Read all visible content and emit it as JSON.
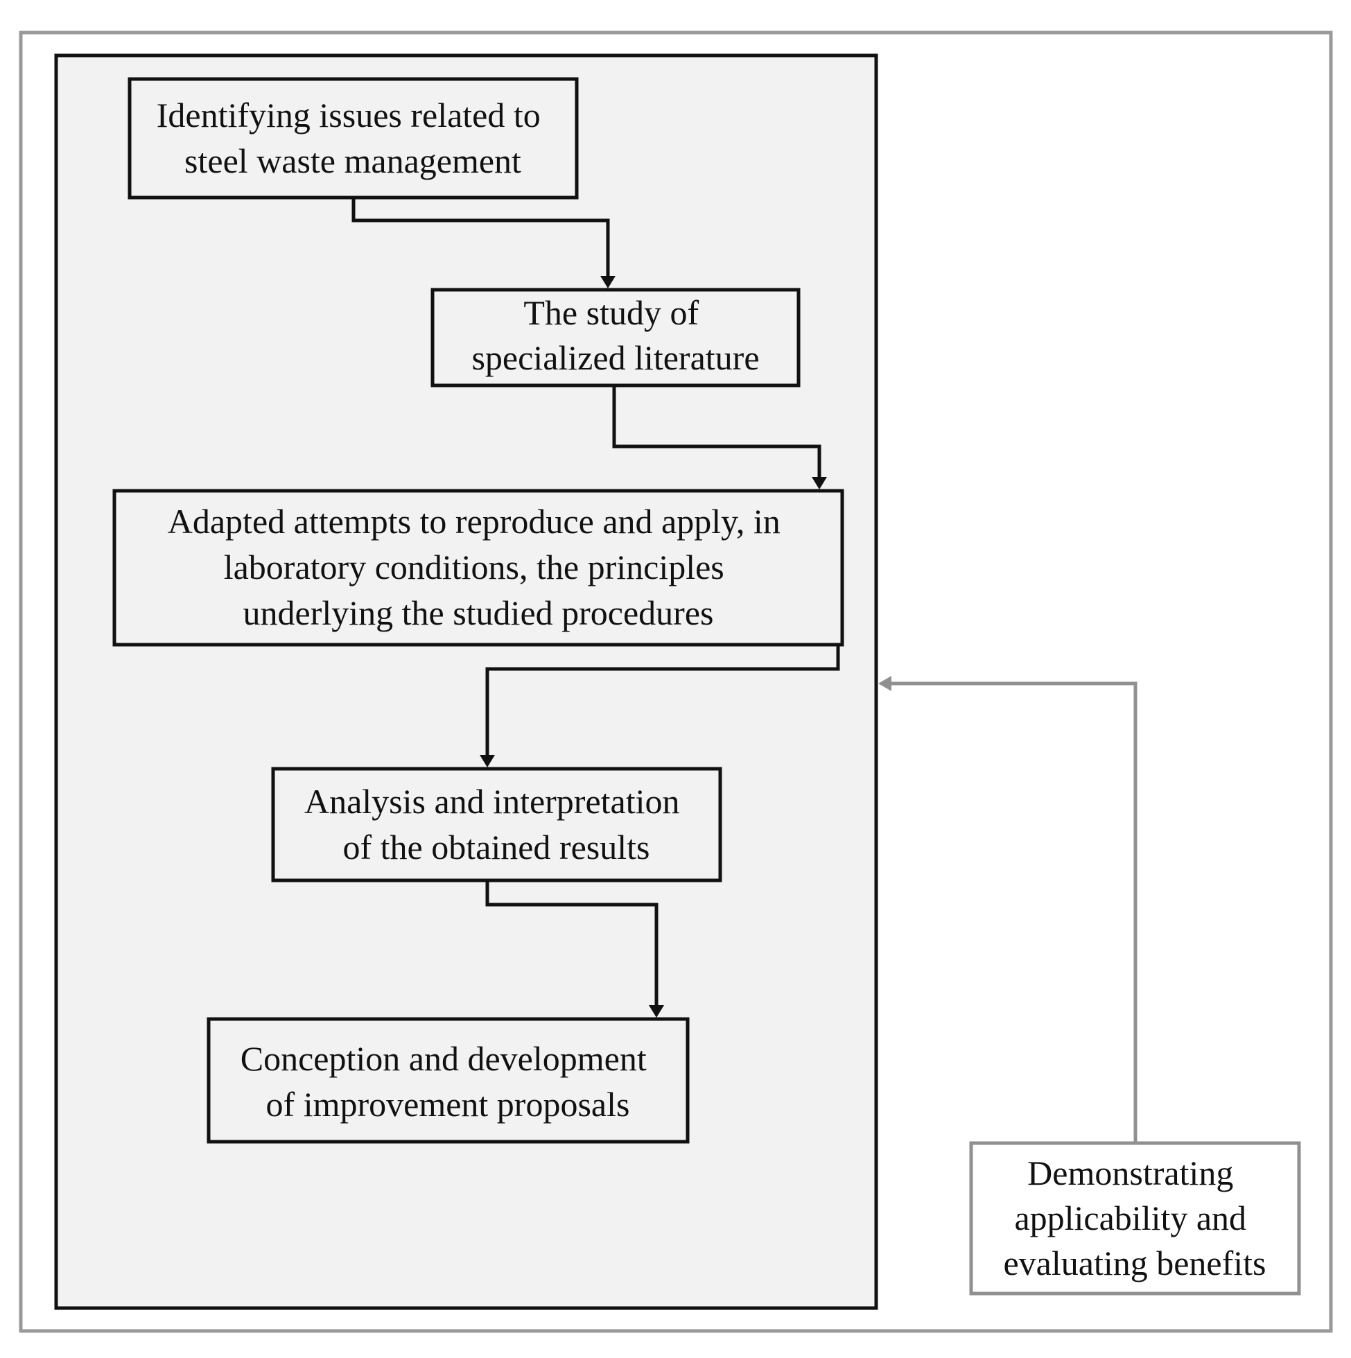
{
  "diagram": {
    "colors": {
      "outer_frame": "#999999",
      "inner_panel_fill": "#f2f2f2",
      "inner_panel_stroke": "#111111",
      "box_fill": "#f2f2f2",
      "box_stroke": "#111111",
      "feedback_stroke": "#909090"
    },
    "steps": [
      {
        "id": "step1",
        "lines": [
          "Identifying issues related to",
          "steel waste management"
        ]
      },
      {
        "id": "step2",
        "lines": [
          "The study of",
          "specialized literature"
        ]
      },
      {
        "id": "step3",
        "lines": [
          "Adapted attempts to reproduce and apply, in",
          "laboratory conditions, the principles",
          "underlying the studied procedures"
        ]
      },
      {
        "id": "step4",
        "lines": [
          "Analysis and interpretation",
          "of the obtained results"
        ]
      },
      {
        "id": "step5",
        "lines": [
          "Conception and development",
          "of improvement proposals"
        ]
      }
    ],
    "feedback": {
      "lines": [
        "Demonstrating",
        "applicability and",
        "evaluating benefits"
      ]
    },
    "edges": [
      {
        "from": "step1",
        "to": "step2"
      },
      {
        "from": "step2",
        "to": "step3"
      },
      {
        "from": "step3",
        "to": "step4"
      },
      {
        "from": "step4",
        "to": "step5"
      },
      {
        "from": "feedback",
        "to": "inner-panel"
      }
    ]
  }
}
